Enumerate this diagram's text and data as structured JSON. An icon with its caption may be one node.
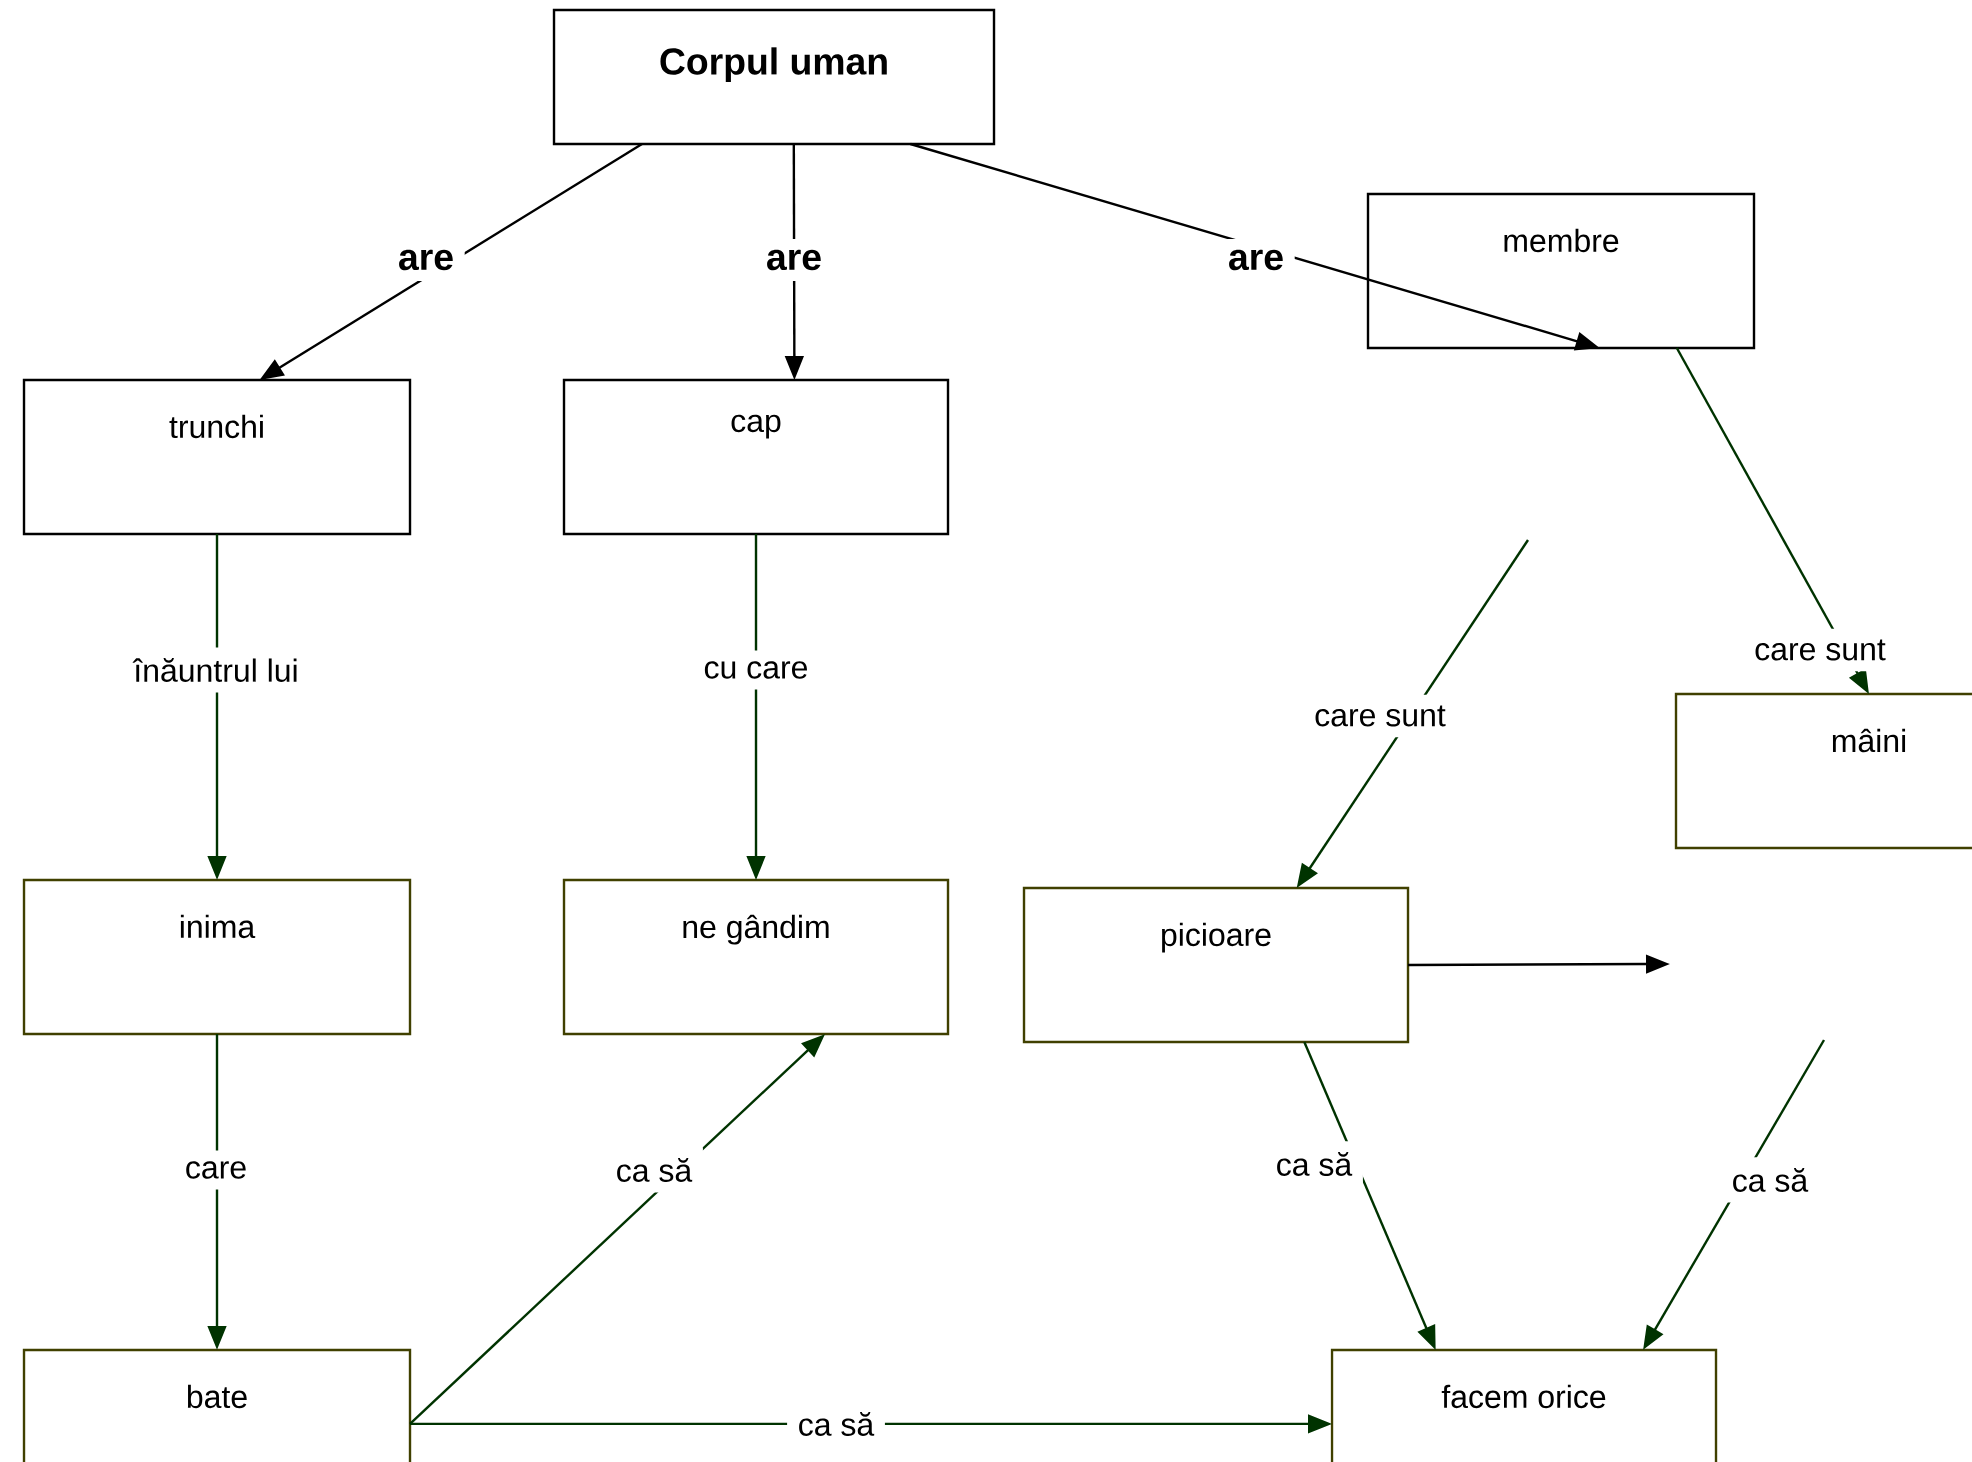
{
  "diagram": {
    "nodes": [
      {
        "text": [
          "Corpul uman"
        ]
      },
      {
        "text": [
          "trunchi"
        ]
      },
      {
        "text": [
          "cap"
        ]
      },
      {
        "text": [
          "membre"
        ]
      },
      {
        "text": [
          "inima"
        ]
      },
      {
        "text": [
          "ne gândim"
        ]
      },
      {
        "text": [
          "picioare"
        ]
      },
      {
        "text": [
          "mâini"
        ]
      },
      {
        "text": [
          "bate"
        ]
      },
      {
        "text": [
          "facem orice"
        ]
      }
    ],
    "edges": [
      {
        "from": 0,
        "to": 1,
        "arrow": "to",
        "label": "are",
        "color": "#000000"
      },
      {
        "from": 0,
        "to": 2,
        "arrow": "to",
        "label": "are",
        "color": "#000000"
      },
      {
        "from": 0,
        "to": 3,
        "arrow": "to",
        "label": "are",
        "color": "#000000"
      },
      {
        "from": 1,
        "to": 4,
        "arrow": "to",
        "label": "înăuntrul lui"
      },
      {
        "from": 2,
        "to": 5,
        "arrow": "to",
        "label": "cu care"
      },
      {
        "from": 3,
        "to": 7,
        "arrow": "to",
        "label": "care sunt"
      },
      {
        "from": null,
        "to": 6,
        "arrow": "to",
        "label": "care sunt"
      },
      {
        "from": 6,
        "to": null,
        "arrow": "to",
        "color": "#000000"
      },
      {
        "from": 6,
        "to": 9,
        "arrow": "to",
        "label": "ca să"
      },
      {
        "from": null,
        "to": 9,
        "arrow": "to",
        "label": "ca să"
      },
      {
        "from": 4,
        "to": 8,
        "arrow": "to",
        "label": "care"
      },
      {
        "from": 8,
        "to": 5,
        "arrow": "to",
        "label": "ca să"
      },
      {
        "from": 8,
        "to": 9,
        "arrow": "to",
        "label": "ca să"
      }
    ]
  }
}
